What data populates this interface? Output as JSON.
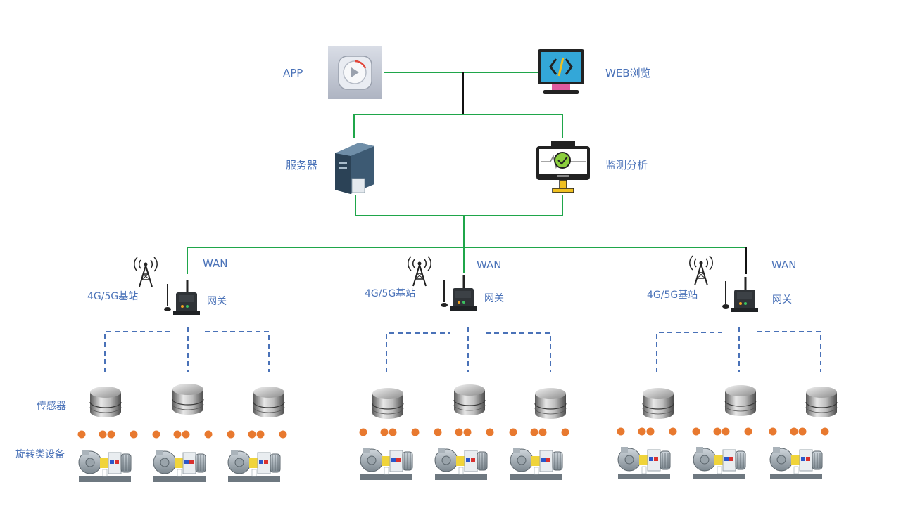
{
  "labels": {
    "app": "APP",
    "web": "WEB浏览",
    "server": "服务器",
    "monitor": "监测分析",
    "sensor": "传感器",
    "equipment": "旋转类设备"
  },
  "groups": [
    {
      "wan": "WAN",
      "base_station": "4G/5G基站",
      "gateway": "网关"
    },
    {
      "wan": "WAN",
      "base_station": "4G/5G基站",
      "gateway": "网关"
    },
    {
      "wan": "WAN",
      "base_station": "4G/5G基站",
      "gateway": "网关"
    }
  ],
  "colors": {
    "link_green": "#1fa64a",
    "link_black": "#111111",
    "dashed_blue": "#4a72b8",
    "label_blue": "#4a72b8",
    "sensor_dot": "#e8792f"
  },
  "icons": [
    "app-icon",
    "web-monitor-icon",
    "server-icon",
    "monitor-analysis-icon",
    "antenna-tower-icon",
    "gateway-icon",
    "sensor-icon",
    "pump-icon"
  ]
}
